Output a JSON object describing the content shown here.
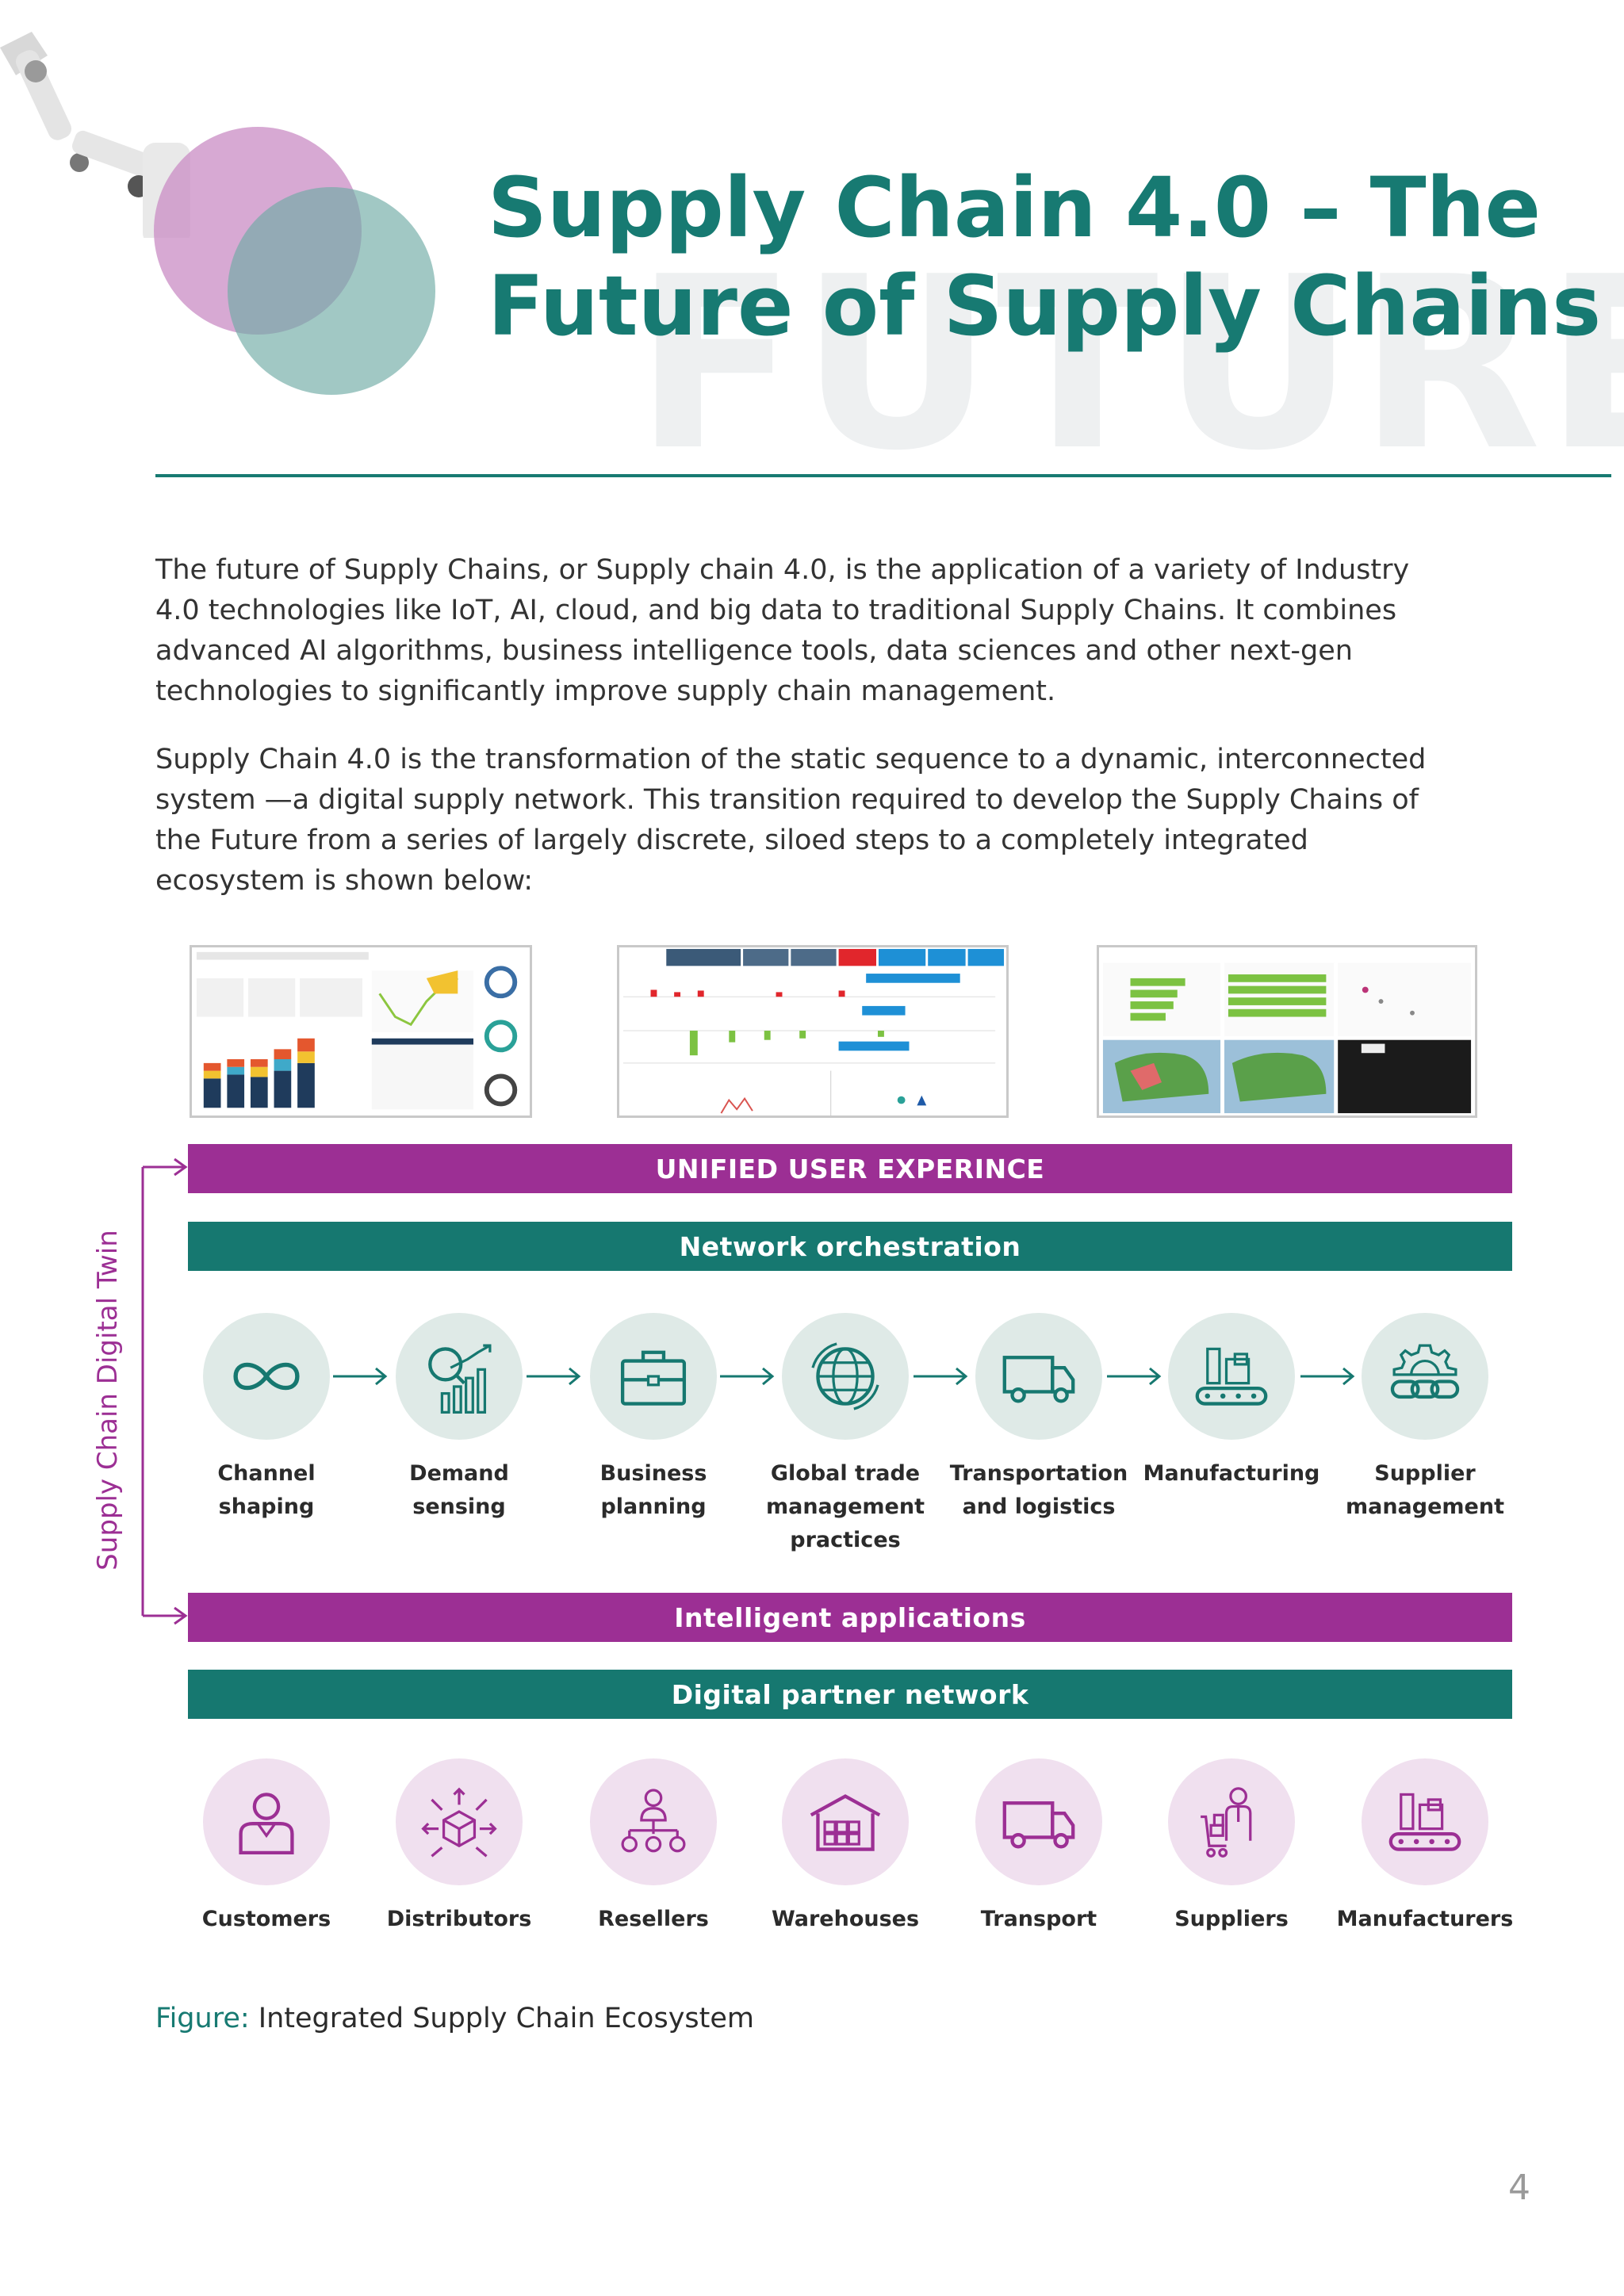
{
  "header": {
    "title_line1": "Supply Chain 4.0 – The",
    "title_line2": "Future of Supply Chains",
    "watermark": "FUTURE"
  },
  "body": {
    "paragraph1": "The future of Supply Chains, or Supply chain 4.0, is the application of a variety of Industry 4.0 technologies like IoT, AI, cloud, and big data to traditional Supply Chains. It combines advanced AI algorithms, business intelligence tools, data sciences and other next-gen technologies to significantly improve supply chain management.",
    "paragraph2": "Supply Chain 4.0 is the transformation of the static sequence to a dynamic, interconnected system —a digital supply network. This transition required to develop the Supply Chains of the Future from a series of largely discrete, siloed steps to a completely integrated ecosystem is shown below:"
  },
  "diagram": {
    "bands": {
      "unified": "UNIFIED USER EXPERINCE",
      "network": "Network orchestration",
      "intelligent": "Intelligent applications",
      "partner": "Digital partner network"
    },
    "side_label": "Supply Chain Digital Twin",
    "row1": [
      {
        "icon": "infinity-icon",
        "label_lines": [
          "Channel",
          "shaping"
        ]
      },
      {
        "icon": "analytics-chart-icon",
        "label_lines": [
          "Demand",
          "sensing"
        ]
      },
      {
        "icon": "briefcase-icon",
        "label_lines": [
          "Business",
          "planning"
        ]
      },
      {
        "icon": "globe-icon",
        "label_lines": [
          "Global trade",
          "management",
          "practices"
        ]
      },
      {
        "icon": "truck-icon",
        "label_lines": [
          "Transportation",
          "and logistics"
        ]
      },
      {
        "icon": "conveyor-icon",
        "label_lines": [
          "Manufacturing"
        ]
      },
      {
        "icon": "gear-chain-icon",
        "label_lines": [
          "Supplier",
          "management"
        ]
      }
    ],
    "row2": [
      {
        "icon": "person-icon",
        "label": "Customers"
      },
      {
        "icon": "distribution-box-icon",
        "label": "Distributors"
      },
      {
        "icon": "org-network-icon",
        "label": "Resellers"
      },
      {
        "icon": "warehouse-icon",
        "label": "Warehouses"
      },
      {
        "icon": "truck-icon",
        "label": "Transport"
      },
      {
        "icon": "supplier-cart-icon",
        "label": "Suppliers"
      },
      {
        "icon": "factory-conveyor-icon",
        "label": "Manufacturers"
      }
    ],
    "colors": {
      "teal": "#167870",
      "purple": "#9c2f94",
      "teal_light": "#dfeae7",
      "pink_light": "#f0e0ef"
    }
  },
  "caption": {
    "prefix": "Figure:",
    "text": " Integrated Supply Chain Ecosystem"
  },
  "page_number": "4"
}
